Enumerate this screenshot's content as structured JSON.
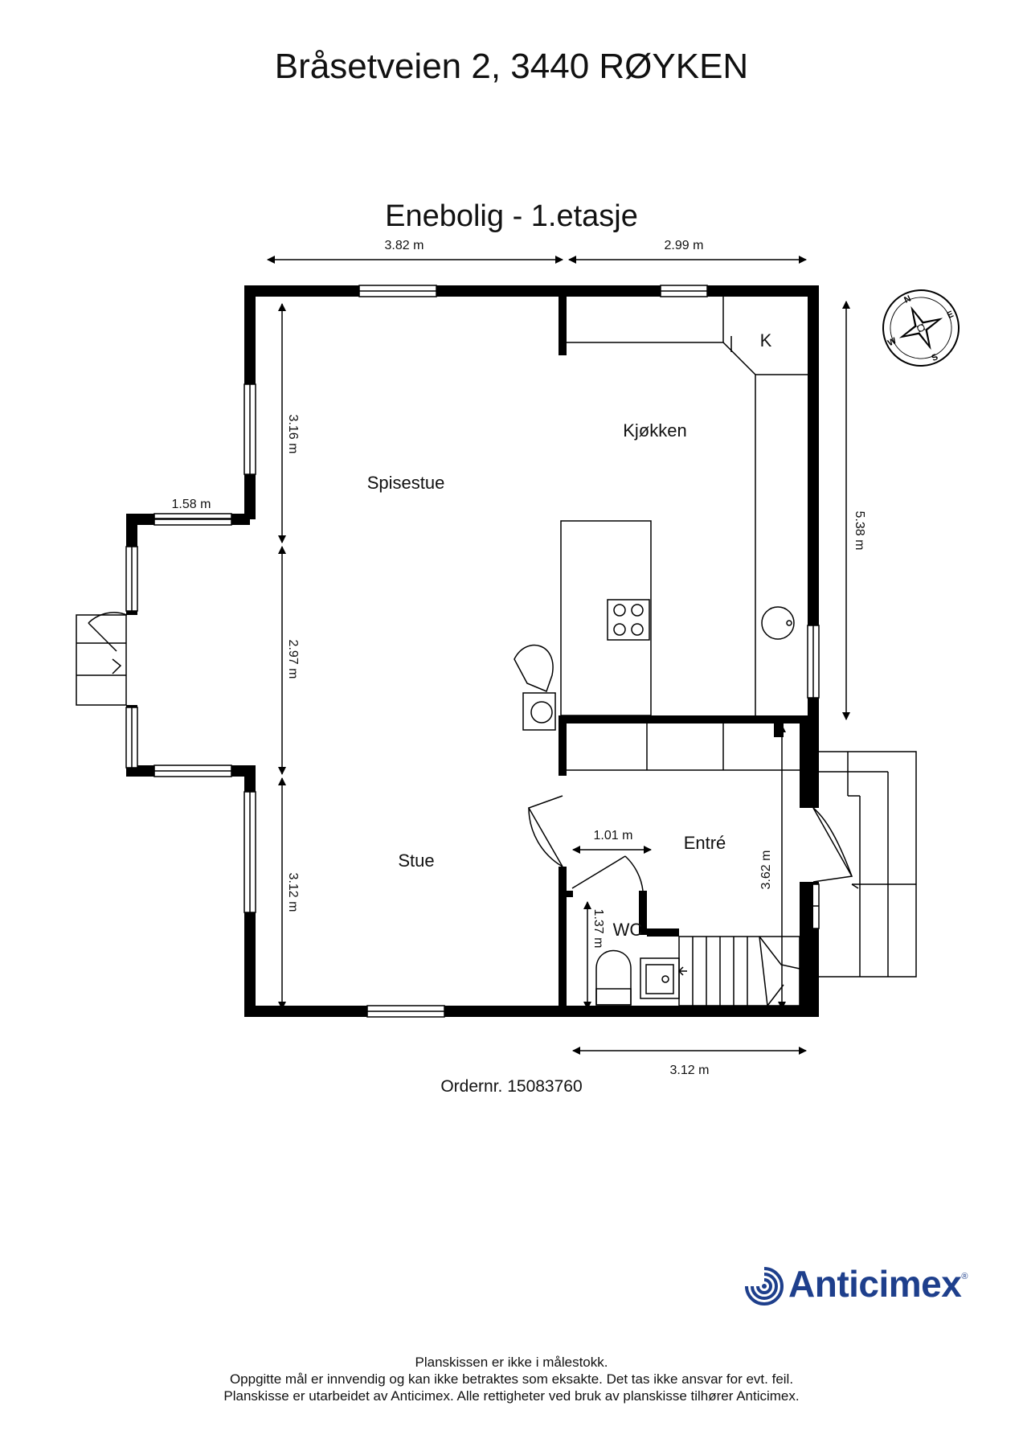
{
  "header": {
    "address": "Bråsetveien 2, 3440 RØYKEN",
    "floor_title": "Enebolig - 1.etasje"
  },
  "rooms": {
    "kitchen": "Kjøkken",
    "dining": "Spisestue",
    "living": "Stue",
    "entrance": "Entré",
    "wc": "WC",
    "k_label": "K"
  },
  "dimensions": {
    "top_left": "3.82 m",
    "top_right": "2.99 m",
    "right": "5.38 m",
    "left_upper": "3.16 m",
    "left_middle": "2.97 m",
    "left_lower": "3.12 m",
    "porch": "1.58 m",
    "wc_width": "1.01 m",
    "wc_depth": "1.37 m",
    "entrance_height": "3.62 m",
    "bottom": "3.12 m"
  },
  "compass": {
    "n": "N",
    "e": "E",
    "s": "S",
    "w": "W",
    "icon": "compass-rose-icon"
  },
  "footer": {
    "order_number": "Ordernr. 15083760",
    "lines": [
      "Planskissen er ikke i målestokk.",
      "Oppgitte mål er innvendig og kan ikke betraktes som eksakte. Det tas ikke ansvar for evt. feil.",
      "Planskisse er utarbeidet av Anticimex. Alle rettigheter ved bruk av planskisse tilhører Anticimex."
    ]
  },
  "brand": {
    "name": "Anticimex",
    "mark": "®",
    "icon": "anticimex-logo-icon",
    "color": "#1e3f8c"
  }
}
